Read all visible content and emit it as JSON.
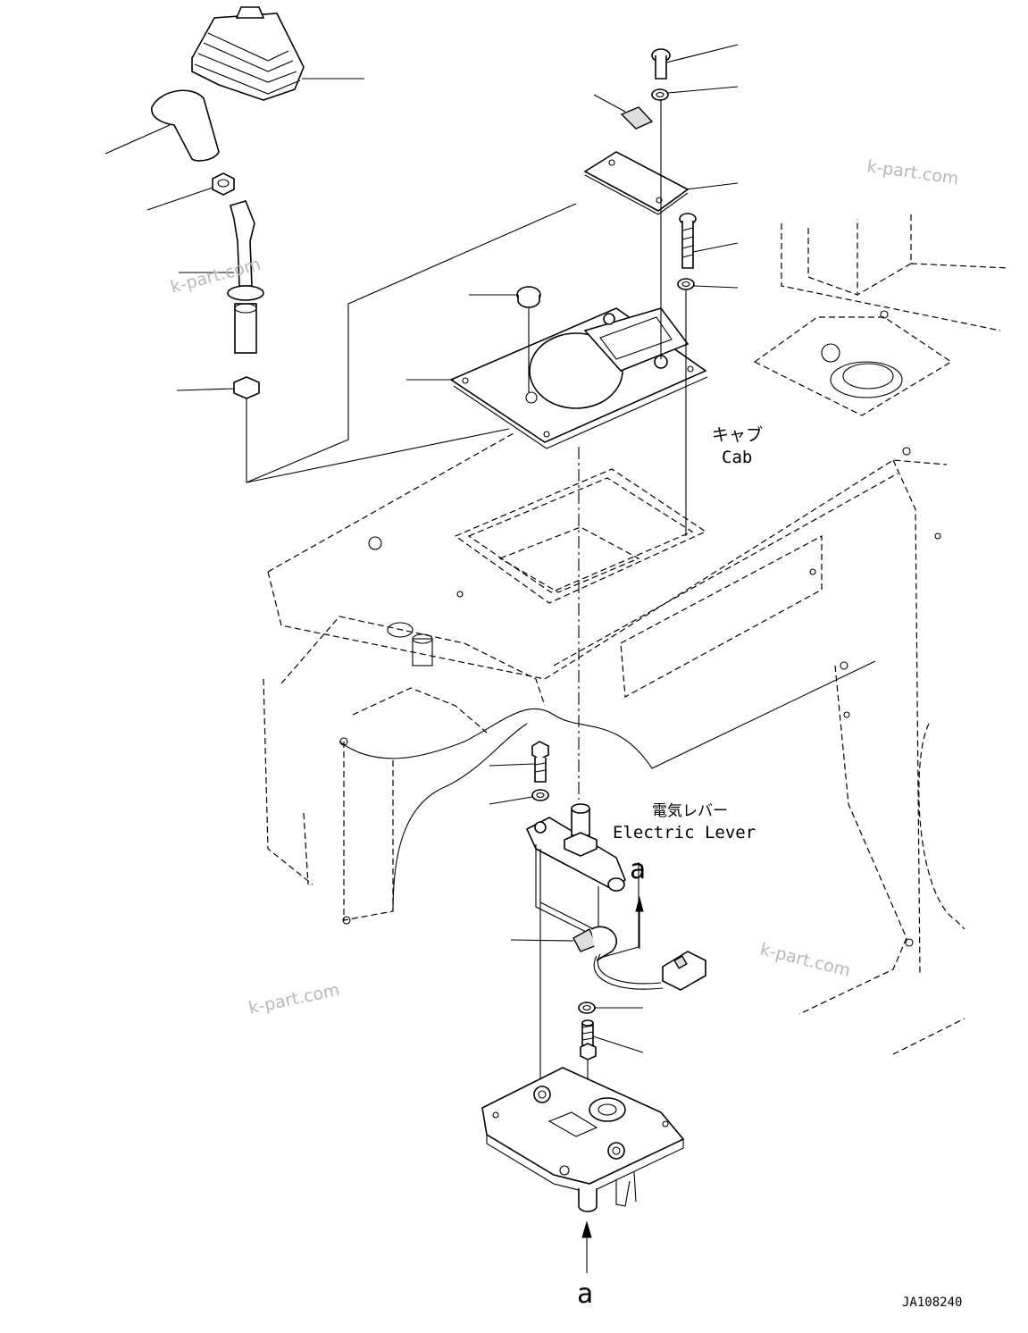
{
  "labels": {
    "cab_ja": "キャブ",
    "cab_en": "Cab",
    "lever_ja": "電気レバー",
    "lever_en": "Electric Lever",
    "view_marker_top": "a",
    "view_marker_bottom": "a",
    "drawing_number": "JA108240"
  },
  "watermarks": [
    "k-part.com",
    "k-part.com",
    "k-part.com",
    "k-part.com"
  ],
  "icons": {
    "view_arrow_up": "arrow-up-icon"
  }
}
